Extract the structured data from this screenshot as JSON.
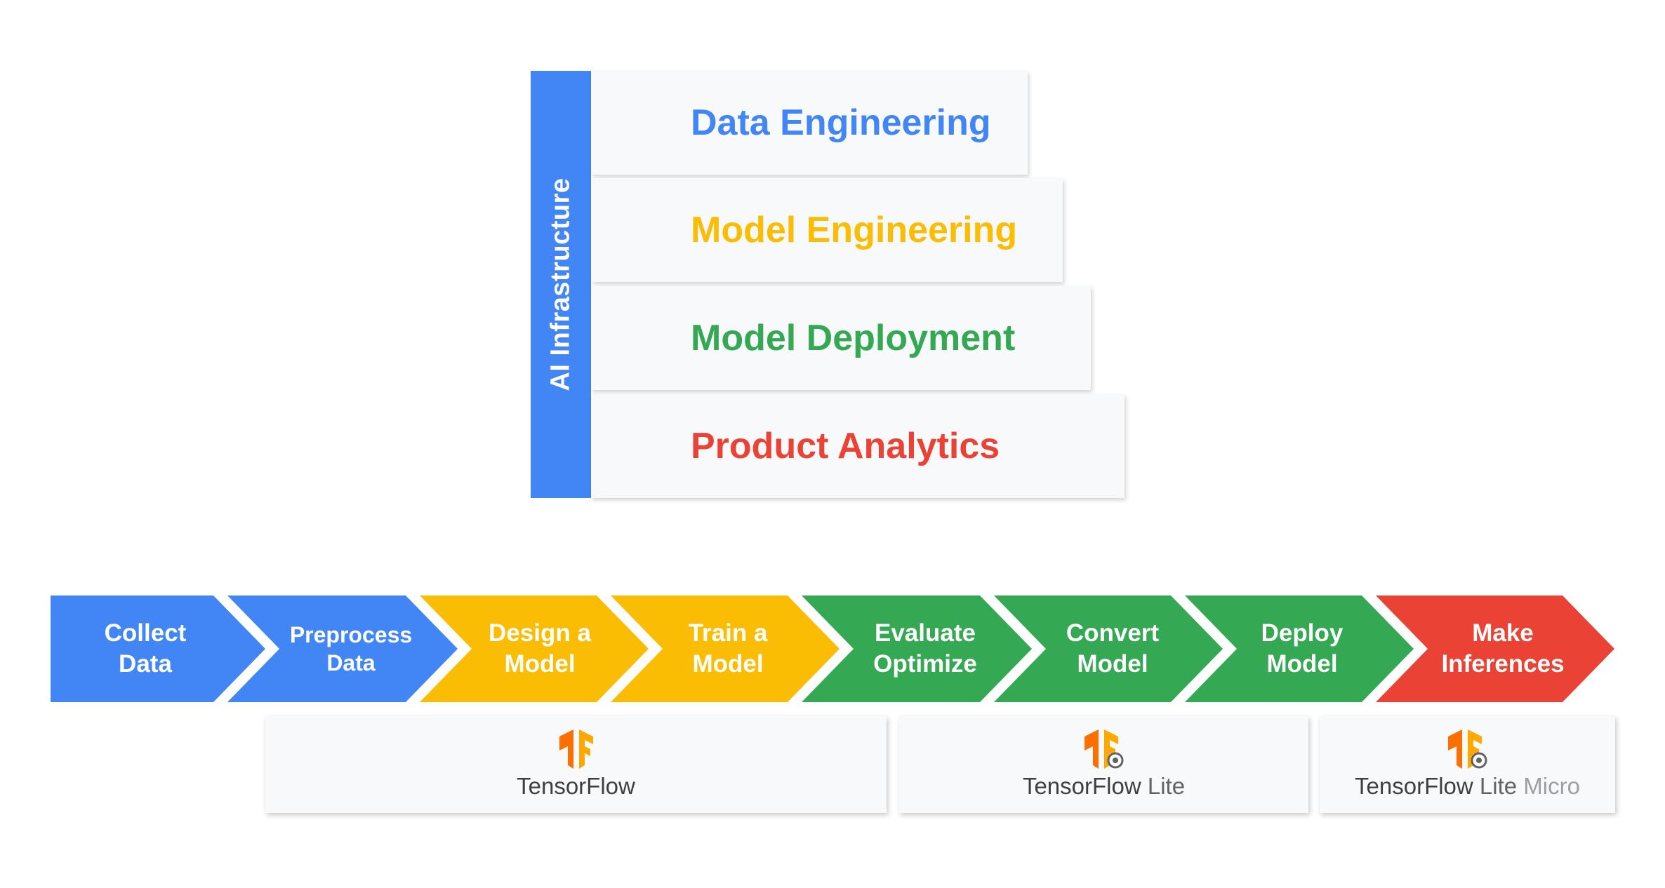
{
  "infrastructure": {
    "label": "AI Infrastructure",
    "color": "#4285F4"
  },
  "stack": [
    {
      "label": "Data Engineering",
      "color": "#4285F4"
    },
    {
      "label": "Model Engineering",
      "color": "#FBBC04"
    },
    {
      "label": "Model Deployment",
      "color": "#34A853"
    },
    {
      "label": "Product Analytics",
      "color": "#EA4335"
    }
  ],
  "pipeline": [
    {
      "line1": "Collect",
      "line2": "Data",
      "color": "#4285F4"
    },
    {
      "line1": "Preprocess",
      "line2": "Data",
      "color": "#4285F4"
    },
    {
      "line1": "Design a",
      "line2": "Model",
      "color": "#FBBC04"
    },
    {
      "line1": "Train a",
      "line2": "Model",
      "color": "#FBBC04"
    },
    {
      "line1": "Evaluate",
      "line2": "Optimize",
      "color": "#34A853"
    },
    {
      "line1": "Convert",
      "line2": "Model",
      "color": "#34A853"
    },
    {
      "line1": "Deploy",
      "line2": "Model",
      "color": "#34A853"
    },
    {
      "line1": "Make",
      "line2": "Inferences",
      "color": "#EA4335"
    }
  ],
  "frameworks": [
    {
      "name": "TensorFlow",
      "suffix": "",
      "suffix2": "",
      "icon": "tensorflow-logo-icon"
    },
    {
      "name": "TensorFlow",
      "suffix": " Lite",
      "suffix2": "",
      "icon": "tensorflow-lite-logo-icon"
    },
    {
      "name": "TensorFlow",
      "suffix": " Lite",
      "suffix2": " Micro",
      "icon": "tensorflow-lite-micro-logo-icon"
    }
  ],
  "logo_colors": {
    "orange": "#FF8F00",
    "light_orange": "#FFA800"
  }
}
